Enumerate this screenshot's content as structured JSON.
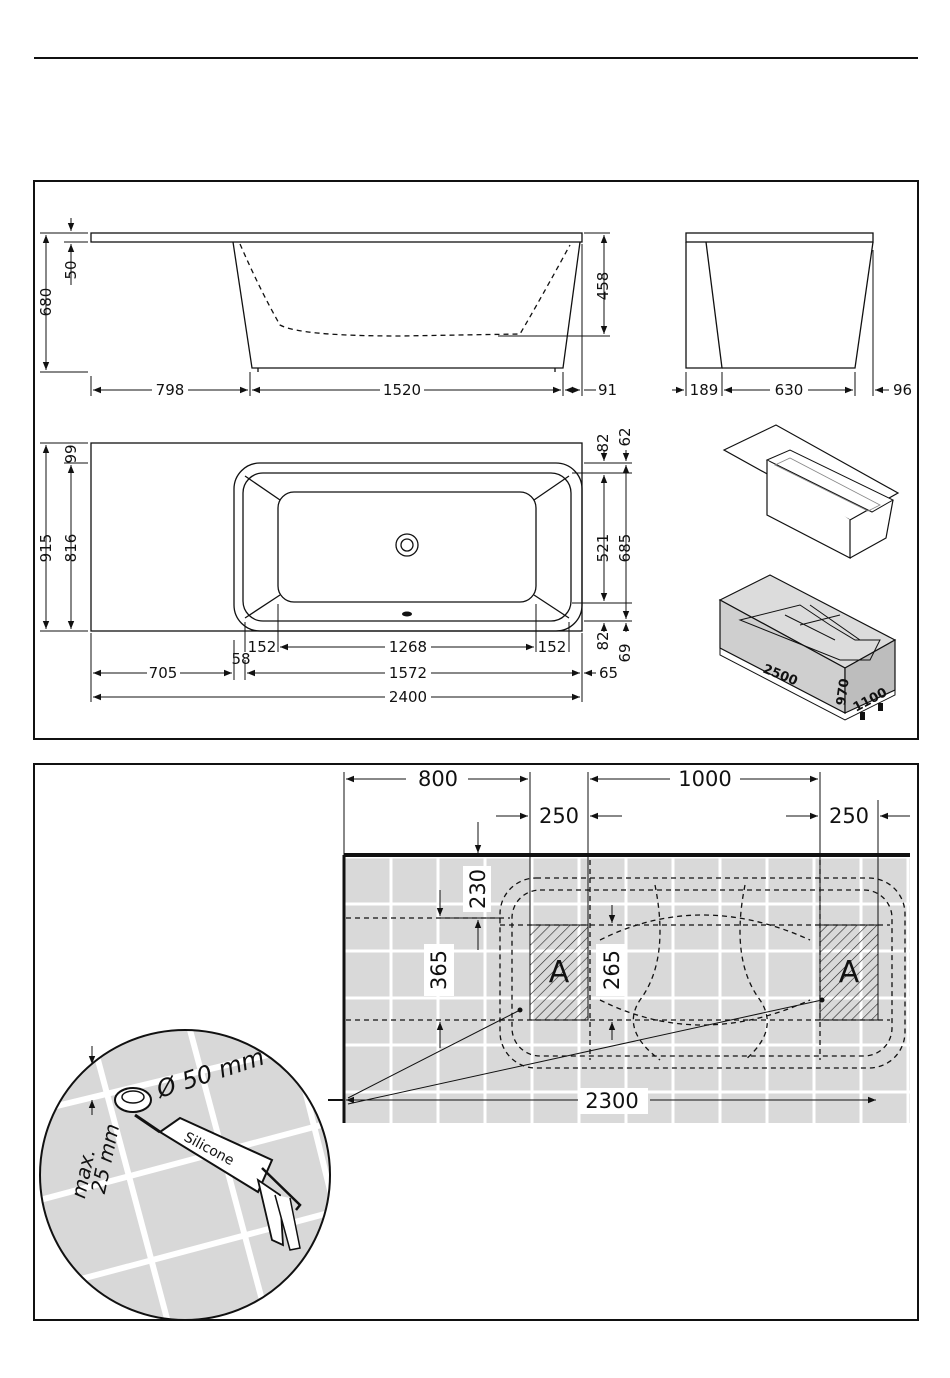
{
  "side_view": {
    "dims": {
      "height_total": "680",
      "rim": "50",
      "depth": "458",
      "left_deck": "798",
      "basin_length": "1520",
      "right_gap": "91"
    }
  },
  "end_view": {
    "dims": {
      "left": "189",
      "middle": "630",
      "right": "96"
    }
  },
  "plan_view": {
    "dims": {
      "width_total": "915",
      "width_inner": "816",
      "top_offset": "99",
      "top_r1": "82",
      "top_r2": "62",
      "inner_width": "521",
      "outer_width": "685",
      "bot_r1": "82",
      "bot_r2": "69",
      "corner_left": "152",
      "inner_length": "1268",
      "corner_right": "152",
      "offset_58": "58",
      "deck": "705",
      "basin_outer": "1572",
      "right_65": "65",
      "total_length": "2400"
    }
  },
  "package": {
    "length": "2500",
    "height": "970",
    "depth": "1100"
  },
  "install": {
    "dims": {
      "d800": "800",
      "d1000": "1000",
      "d250_left": "250",
      "d250_right": "250",
      "d230": "230",
      "d365": "365",
      "d265": "265",
      "d2300": "2300"
    },
    "zone_label_left": "A",
    "zone_label_right": "A",
    "detail": {
      "diameter": "Ø 50 mm",
      "max_label": "max.",
      "max_value": "25 mm",
      "silicone": "Silicone"
    }
  }
}
